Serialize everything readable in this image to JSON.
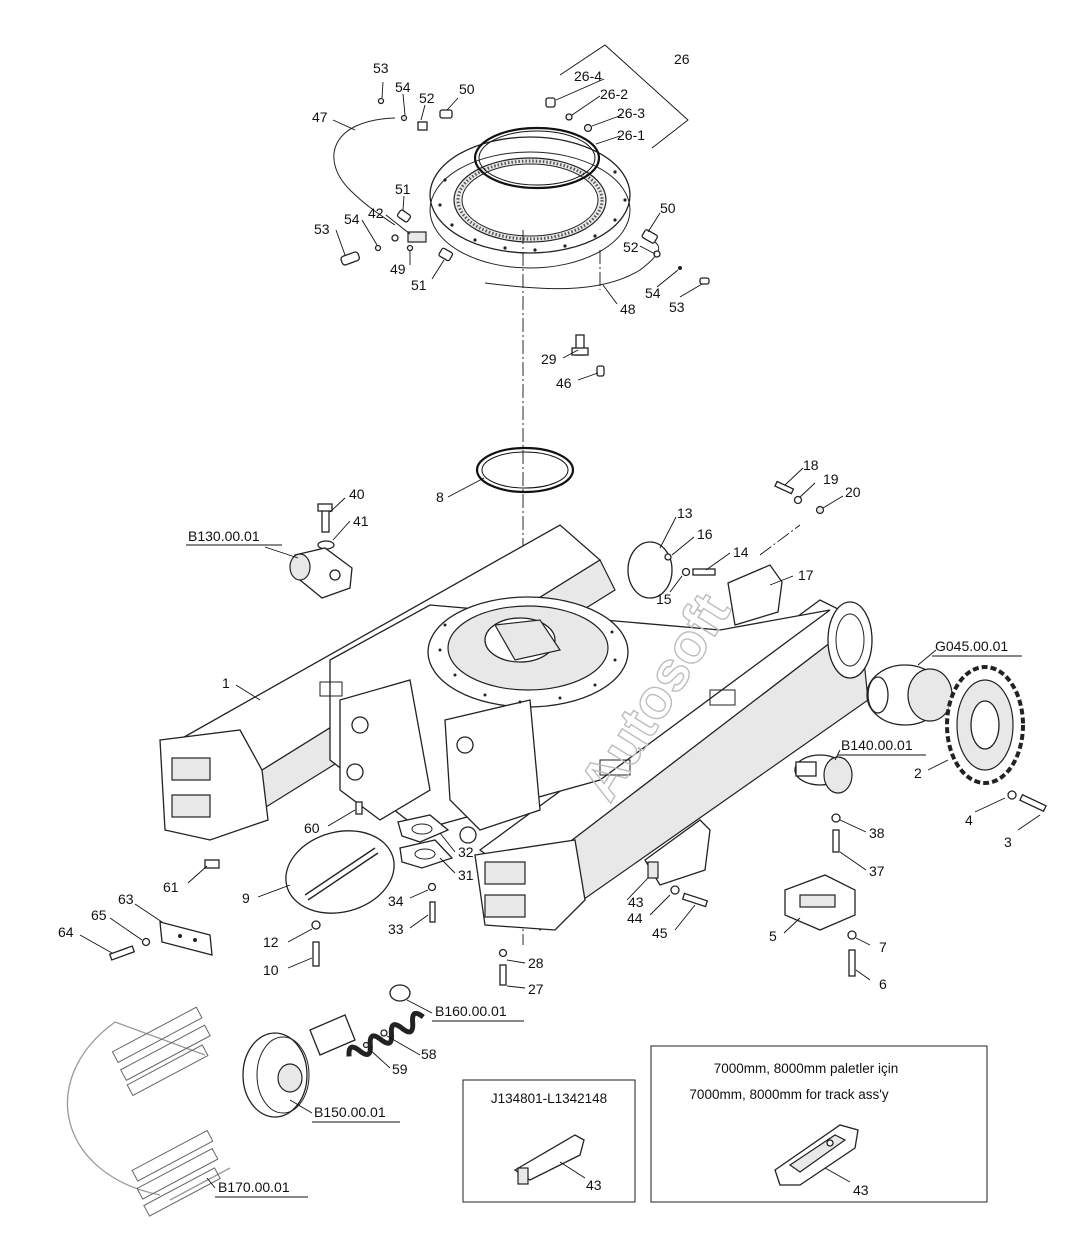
{
  "callouts": {
    "c26": "26",
    "c26_4": "26-4",
    "c26_2": "26-2",
    "c26_3": "26-3",
    "c26_1": "26-1",
    "c53a": "53",
    "c54a": "54",
    "c52a": "52",
    "c50a": "50",
    "c47": "47",
    "c51a": "51",
    "c42": "42",
    "c54b": "54",
    "c53b": "53",
    "c49": "49",
    "c51b": "51",
    "c50b": "50",
    "c52b": "52",
    "c54c": "54",
    "c53c": "53",
    "c48": "48",
    "c29": "29",
    "c46": "46",
    "c8": "8",
    "c40": "40",
    "c41": "41",
    "c18": "18",
    "c19": "19",
    "c20": "20",
    "c13": "13",
    "c16": "16",
    "c14": "14",
    "c15": "15",
    "c17": "17",
    "c1": "1",
    "c2": "2",
    "c3": "3",
    "c4": "4",
    "c38": "38",
    "c37": "37",
    "c5": "5",
    "c6": "6",
    "c7": "7",
    "c60": "60",
    "c61": "61",
    "c9": "9",
    "c32": "32",
    "c31": "31",
    "c34": "34",
    "c33": "33",
    "c12": "12",
    "c10": "10",
    "c63": "63",
    "c64": "64",
    "c65": "65",
    "c43a": "43",
    "c44": "44",
    "c45": "45",
    "c28": "28",
    "c27": "27",
    "c58": "58",
    "c59": "59",
    "c43b": "43",
    "c43c": "43"
  },
  "refs": {
    "b130": "B130.00.01",
    "g045": "G045.00.01",
    "b140": "B140.00.01",
    "b160": "B160.00.01",
    "b150": "B150.00.01",
    "b170": "B170.00.01"
  },
  "inset_serial": {
    "title": "J134801-L1342148",
    "part": "43"
  },
  "inset_track": {
    "line1": "7000mm, 8000mm paletler için",
    "line2": "7000mm, 8000mm for track ass'y",
    "part": "43"
  },
  "watermark": "Autosoft"
}
